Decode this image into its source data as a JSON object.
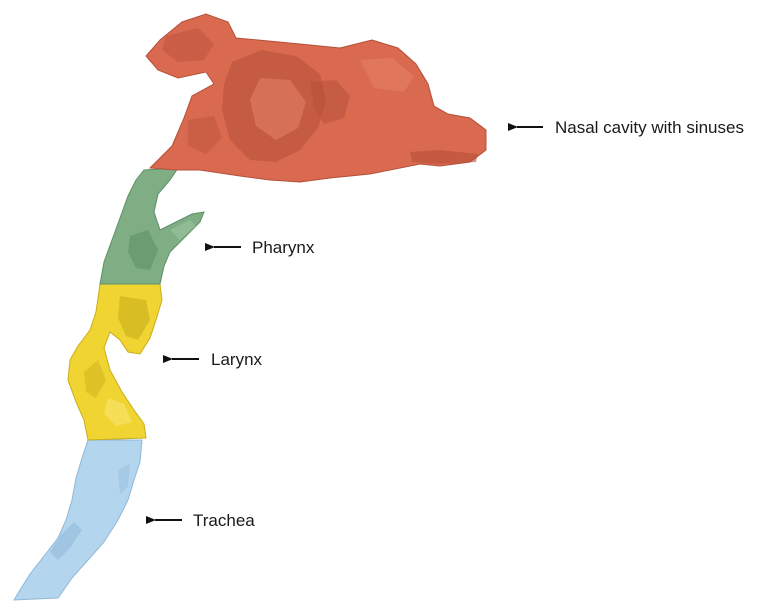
{
  "diagram": {
    "regions": [
      {
        "id": "nasal",
        "label": "Nasal cavity with sinuses",
        "color": "#d9694f",
        "shade": "#b5503a",
        "highlight": "#e8876c"
      },
      {
        "id": "pharynx",
        "label": "Pharynx",
        "color": "#7fae84",
        "shade": "#5f8f66",
        "highlight": "#9cc39f"
      },
      {
        "id": "larynx",
        "label": "Larynx",
        "color": "#f0d431",
        "shade": "#c9ad1c",
        "highlight": "#f7e46a"
      },
      {
        "id": "trachea",
        "label": "Trachea",
        "color": "#b3d5ee",
        "shade": "#8fb8d8",
        "highlight": "#d2e7f6"
      }
    ],
    "arrow_color": "#111111"
  }
}
